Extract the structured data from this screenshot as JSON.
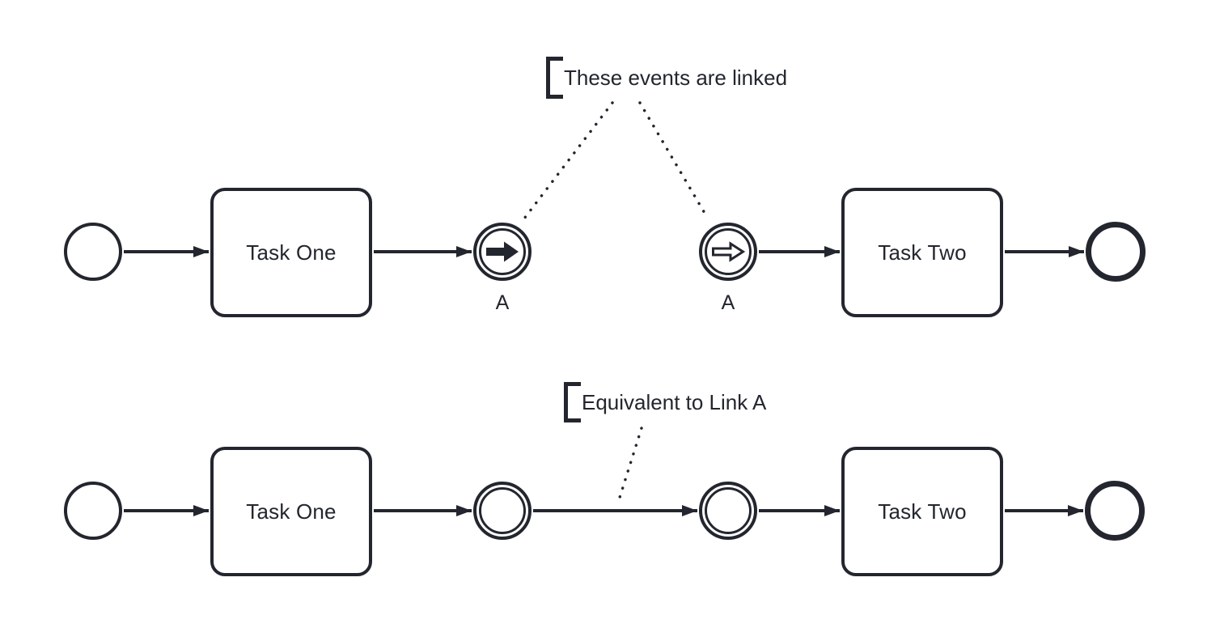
{
  "colors": {
    "stroke": "#23262e",
    "background": "#ffffff",
    "shape_fill": "#ffffff"
  },
  "annotations": {
    "linked": "These events are linked",
    "equivalent": "Equivalent to Link A"
  },
  "row1": {
    "task_one": "Task One",
    "task_two": "Task Two",
    "link_throw_label": "A",
    "link_catch_label": "A"
  },
  "row2": {
    "task_one": "Task One",
    "task_two": "Task Two"
  },
  "icons": {
    "link_throw": "filled-right-arrow",
    "link_catch": "outlined-right-arrow"
  }
}
